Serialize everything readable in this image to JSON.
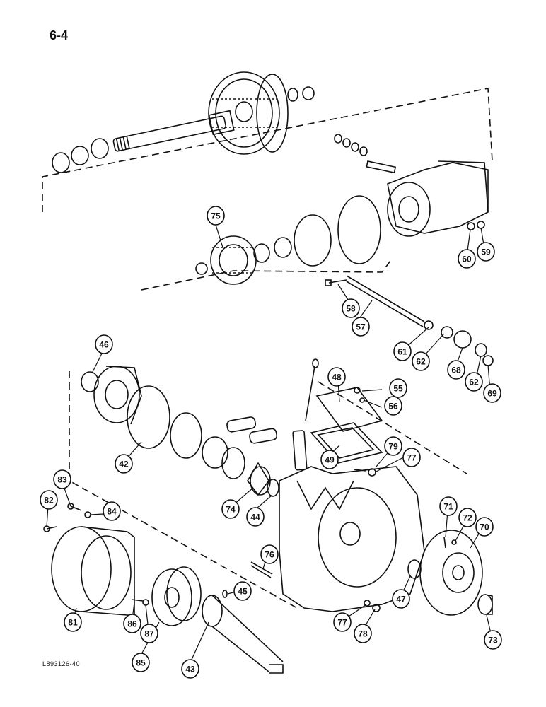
{
  "page": {
    "number": "6-4",
    "figure_id": "L893126-40"
  },
  "callouts": [
    {
      "id": "75",
      "label": "75"
    },
    {
      "id": "60",
      "label": "60"
    },
    {
      "id": "59",
      "label": "59"
    },
    {
      "id": "58",
      "label": "58"
    },
    {
      "id": "57",
      "label": "57"
    },
    {
      "id": "61",
      "label": "61"
    },
    {
      "id": "62a",
      "label": "62"
    },
    {
      "id": "68",
      "label": "68"
    },
    {
      "id": "62b",
      "label": "62"
    },
    {
      "id": "69",
      "label": "69"
    },
    {
      "id": "46",
      "label": "46"
    },
    {
      "id": "48",
      "label": "48"
    },
    {
      "id": "55",
      "label": "55"
    },
    {
      "id": "56",
      "label": "56"
    },
    {
      "id": "42",
      "label": "42"
    },
    {
      "id": "49",
      "label": "49"
    },
    {
      "id": "79",
      "label": "79"
    },
    {
      "id": "77a",
      "label": "77"
    },
    {
      "id": "83",
      "label": "83"
    },
    {
      "id": "82",
      "label": "82"
    },
    {
      "id": "84",
      "label": "84"
    },
    {
      "id": "74",
      "label": "74"
    },
    {
      "id": "44",
      "label": "44"
    },
    {
      "id": "71",
      "label": "71"
    },
    {
      "id": "72",
      "label": "72"
    },
    {
      "id": "70",
      "label": "70"
    },
    {
      "id": "76",
      "label": "76"
    },
    {
      "id": "45",
      "label": "45"
    },
    {
      "id": "47",
      "label": "47"
    },
    {
      "id": "81",
      "label": "81"
    },
    {
      "id": "86",
      "label": "86"
    },
    {
      "id": "87",
      "label": "87"
    },
    {
      "id": "77b",
      "label": "77"
    },
    {
      "id": "78",
      "label": "78"
    },
    {
      "id": "73",
      "label": "73"
    },
    {
      "id": "85",
      "label": "85"
    },
    {
      "id": "43",
      "label": "43"
    }
  ],
  "colors": {
    "ink": "#111111",
    "paper": "#ffffff"
  }
}
